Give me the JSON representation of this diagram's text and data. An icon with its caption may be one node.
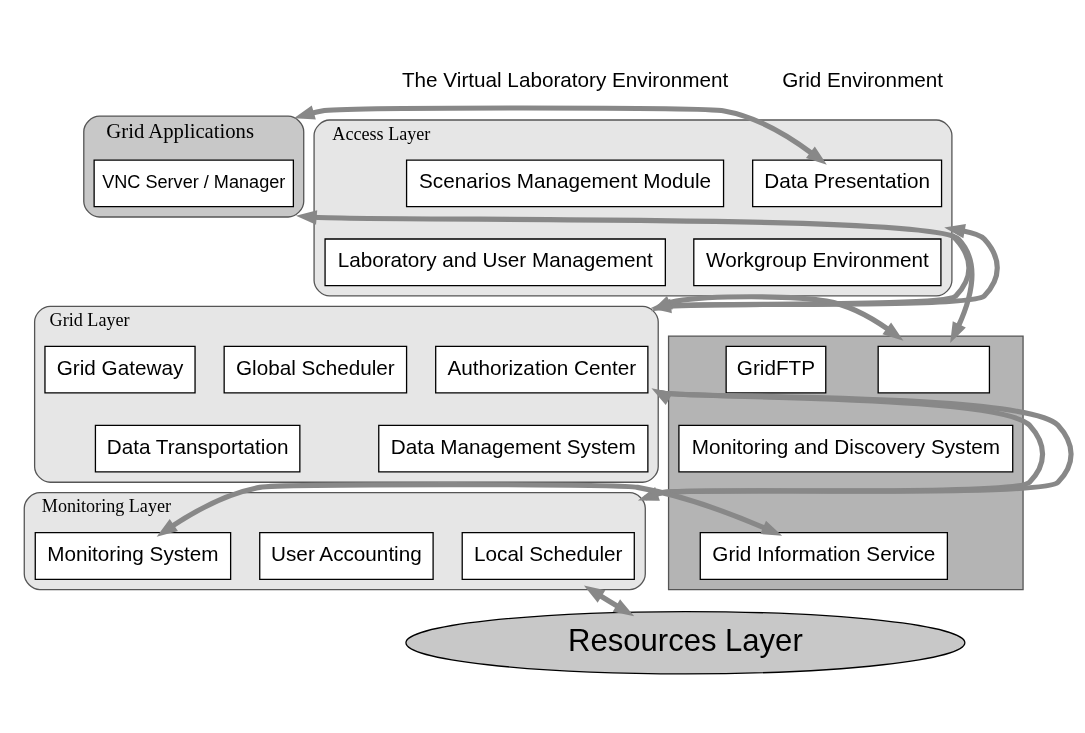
{
  "diagram": {
    "nodes": [
      {
        "text": [
          "Access Layer"
        ]
      },
      {
        "text": [
          "Scenarios Management Module"
        ],
        "in": 0
      },
      {
        "text": [
          "Data Presentation"
        ],
        "in": 0
      },
      {
        "text": [
          "Workgroup Environment"
        ],
        "in": 0
      },
      {
        "text": [
          "Laboratory and User Management"
        ],
        "in": 0
      },
      {
        "text": [
          "Grid Layer"
        ]
      },
      {
        "text": [
          "Authorization Center"
        ],
        "in": 5
      },
      {
        "text": [
          "Global Scheduler"
        ],
        "in": 5
      },
      {
        "text": [
          "Grid Gateway"
        ],
        "in": 5
      },
      {
        "text": [
          "Data Management System"
        ],
        "in": 5
      },
      {
        "text": [
          "Data Transportation"
        ],
        "in": 5
      },
      {
        "text": [
          "Monitoring Layer"
        ]
      },
      {
        "text": [
          "Local Scheduler"
        ],
        "in": 11
      },
      {
        "text": [
          "User Accounting"
        ],
        "in": 11
      },
      {
        "text": [
          "Monitoring System"
        ],
        "in": 11
      },
      {
        "text": [
          "Grid Applications"
        ]
      },
      {
        "text": [
          "VNC Server / Manager"
        ],
        "in": 15
      },
      {
        "text": [],
        "shape": "box"
      },
      {
        "text": [],
        "shape": "box",
        "in": 17
      },
      {
        "text": [
          "GridFTP"
        ],
        "in": 17
      },
      {
        "text": [
          "Monitoring and Discovery System"
        ],
        "in": 17
      },
      {
        "text": [
          "Grid Information Service"
        ],
        "in": 17
      },
      {
        "text": [
          "Resources Layer"
        ]
      }
    ],
    "edges": [
      {
        "from": 0,
        "to": 5,
        "arrow": "to"
      },
      {
        "from": 5,
        "to": 0,
        "arrow": "to"
      },
      {
        "from": 5,
        "to": 11,
        "arrow": "to"
      },
      {
        "from": 11,
        "to": 5,
        "arrow": "to"
      },
      {
        "from": 2,
        "to": 15,
        "arrow": "both"
      },
      {
        "from": 15,
        "to": 17,
        "arrow": "both"
      },
      {
        "from": 5,
        "to": 17,
        "arrow": "both"
      },
      {
        "from": 14,
        "to": 21,
        "arrow": "both"
      },
      {
        "from": 11,
        "to": 22,
        "arrow": "both"
      }
    ],
    "labels": [
      "The Virtual Laboratory Environment",
      "Grid Environment"
    ]
  }
}
